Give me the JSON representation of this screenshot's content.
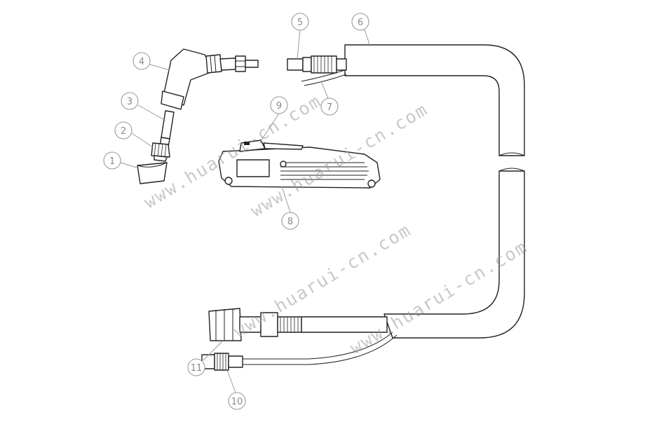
{
  "callouts": [
    "1",
    "2",
    "3",
    "4",
    "5",
    "6",
    "7",
    "8",
    "9",
    "10",
    "11"
  ],
  "watermark": "www.huarui-cn.com"
}
